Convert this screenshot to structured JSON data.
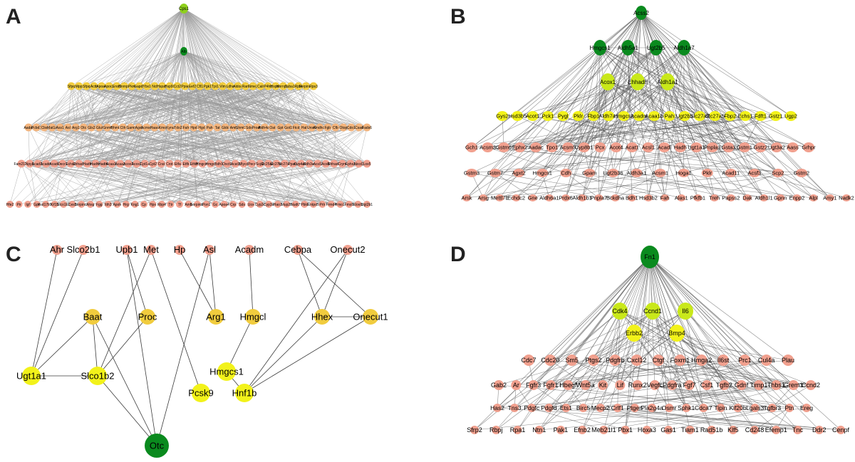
{
  "colors": {
    "dark_green": "#0a8a1e",
    "green": "#8fd11c",
    "yellow_green": "#c9e81a",
    "yellow": "#f2f21a",
    "gold": "#f1cc3e",
    "orange": "#f3b47c",
    "salmon": "#f1a08e",
    "edge": "#555555",
    "edge_light": "#9a9a9a"
  },
  "panels": {
    "A": {
      "letter": "A",
      "top": "Cps1",
      "second": "Alb",
      "tier1": [
        "Sfpq",
        "Mpp",
        "Sfpq",
        "Actb",
        "Apoa1",
        "Apoc3",
        "Eno1",
        "Hnrnpu",
        "Pkm",
        "Gapdh",
        "Ybx1",
        "Ncl",
        "Hspa5",
        "Hsp90",
        "Cct2",
        "Ppia",
        "Eef2",
        "Cfl1",
        "Pgk1",
        "Tpi1",
        "Vim",
        "Ldha",
        "Aldoa",
        "Ran",
        "Nme2",
        "Calr",
        "P4hb",
        "Hspa8",
        "Hnrnpa1",
        "Tuba1b",
        "Rpl4",
        "Serpina1",
        "Rps3"
      ],
      "tier2": [
        "Aadat",
        "Pcbd1",
        "Cbs",
        "Mat1a",
        "Ass1",
        "Asl",
        "Arg1",
        "Otc",
        "Gls2",
        "Glul",
        "Gnmt",
        "Bhmt",
        "Cth",
        "Gamt",
        "Agxt",
        "Acmsd",
        "Haao",
        "Kmo",
        "Kynu",
        "Tdo2",
        "Fah",
        "Hpd",
        "Hgd",
        "Pah",
        "Tat",
        "Gldc",
        "Amt",
        "Shmt1",
        "Sds",
        "Prodh",
        "Aldh4a1",
        "Oat",
        "Gpt",
        "Got1",
        "Ftcd",
        "Hal",
        "Uroc1",
        "Amdhd1",
        "Fgb",
        "Cfb",
        "Otop",
        "Cdo1",
        "Csad",
        "Fads6"
      ],
      "tier3": [
        "Fam213a",
        "Npy1",
        "Acad11",
        "Acadm",
        "Acads",
        "Decr1",
        "Echs1",
        "Ehhadh",
        "Hadh",
        "Hadha",
        "Hadhb",
        "Acaa1a",
        "Acaa2",
        "Acox1",
        "Acox2",
        "Cpt1a",
        "Cpt2",
        "Crat",
        "Crot",
        "Etfa",
        "Etfb",
        "Etfdh",
        "Hmgcs2",
        "Hmgcl",
        "Bdh1",
        "Oxct1",
        "Acat1",
        "Mlycd",
        "Pecr",
        "Scp2",
        "Slc25a20",
        "Slc27a2",
        "Slc27a5",
        "Ppara",
        "Cyp4a14",
        "Aldh3a2",
        "Acsl1",
        "Acsl5",
        "Ehhadh",
        "Crym",
        "Ephx2",
        "Abcd3",
        "Lox5"
      ],
      "tier4": [
        "Hfe2",
        "Pir",
        "Igf",
        "Gpr",
        "Hsd17b13",
        "Kif15",
        "Slco1b2",
        "Ces1",
        "Serpinc1",
        "Ahsg",
        "Fgg",
        "Itih3",
        "Apoh",
        "Hrg",
        "Kng1",
        "Cp",
        "Hpx",
        "Rbp4",
        "Ttr",
        "Tf",
        "Amb",
        "Serpina3",
        "Pon1",
        "Gc",
        "Apoa4",
        "Crp",
        "Sds",
        "Uox",
        "Cyp2c",
        "Cyp3a",
        "Hao1",
        "Mup20",
        "Nudt7",
        "Pbld",
        "Entpd5",
        "Prlr",
        "Frmd4",
        "Fmo1",
        "Fmo5",
        "Elovl3",
        "Ugt2b1"
      ]
    },
    "B": {
      "letter": "B",
      "top": "Acss2",
      "tier1": [
        "Hmgcs1",
        "Aldh5a1",
        "Ugt2b5",
        "Aldh1a7"
      ],
      "tier2": [
        "Acox1",
        "Ehhadh",
        "Aldh1a1"
      ],
      "tier3": [
        "Gys2",
        "Hsd3b5",
        "Acot1",
        "Pck1",
        "Pygl",
        "Pklr",
        "Fbp1",
        "Aldh7a1",
        "Hmgcs2",
        "Acadm",
        "Acaa1b",
        "Pah",
        "Ugt2b5",
        "Slc27a2",
        "Slc27a5",
        "Fbp2",
        "Echs1",
        "Fdft1",
        "Gstz1",
        "Ugp2"
      ],
      "tier4": [
        "Gch1",
        "Acsm3",
        "Gstm6",
        "Ephx2",
        "Aadac",
        "Tpo1",
        "Acsm5",
        "Cyp8b1",
        "Pcx",
        "Acot4",
        "Acat1",
        "Acsl1",
        "Acadl",
        "Hadh",
        "Ugt1a1",
        "Pnpla3",
        "Gsta3",
        "Gstm1",
        "Gstz2",
        "Ugt3a2",
        "Aass",
        "Grhpr"
      ],
      "tier5": [
        "Gstm3",
        "Gstm7",
        "Agxt2",
        "Hmgcs1",
        "Cdh",
        "Gpam",
        "Ugt2b36",
        "Aldh3a1",
        "Acsm1",
        "Hoga1",
        "Pklr",
        "Acad11",
        "Acsf3",
        "Scp2",
        "Gstm2"
      ],
      "tier6": [
        "Arsk",
        "Arsg",
        "Mettl7b",
        "Echdc2",
        "Gne",
        "Aldh6a1",
        "Prdx6",
        "Aldh1b1",
        "Pnpla7",
        "Bckdha",
        "Bdh1",
        "Hsd3b2",
        "Fah",
        "Alas1",
        "Pfkfb1",
        "Treh",
        "Papss2",
        "Dak",
        "Aldh1l1",
        "Gpnn",
        "Enpp2",
        "Alpl",
        "Amy1",
        "Nadk2"
      ]
    },
    "C": {
      "letter": "C",
      "top_row": [
        "Ahr",
        "Slco2b1",
        "Upb1",
        "Met",
        "Hp",
        "Asl",
        "Acadm",
        "Cebpa",
        "Onecut2"
      ],
      "mid_row": [
        "Baat",
        "Proc",
        "Arg1",
        "Hmgcl",
        "Hhex",
        "Onecut1"
      ],
      "low_row": [
        "Ugt1a1",
        "Slco1b2",
        "Hmgcs1",
        "Pcsk9",
        "Hnf1b"
      ],
      "bottom": "Otc"
    },
    "D": {
      "letter": "D",
      "top": "Fn1",
      "tier1": [
        "Cdk4",
        "Ccnd1",
        "Il6"
      ],
      "tier2": [
        "Erbb2",
        "Bmp4"
      ],
      "tier3": [
        "Cdc7",
        "Cdc20",
        "Sm5",
        "Ptgs2",
        "Pdgfrb",
        "Cxcl12",
        "Ctgf",
        "Foxm1",
        "Hmga2",
        "Il6st",
        "Prc1",
        "Cul4a",
        "Plau"
      ],
      "tier4": [
        "Gab2",
        "Ar",
        "Fgfr3",
        "Fgfr1",
        "Hbegf",
        "Wnt5a",
        "Kit",
        "Lif",
        "Runx2",
        "Vegfc",
        "Pdgfra",
        "Fgf7",
        "Csf1",
        "Tgfb2",
        "Gdnf",
        "Timp1",
        "Thbs1",
        "Grem1",
        "Ccnd2"
      ],
      "tier5": [
        "Has2",
        "Tns3",
        "Pdgfc",
        "Pdgfd",
        "Ets1",
        "Birc5",
        "Mecp2",
        "Crlf1",
        "Ptgen",
        "Pla2g4a",
        "Osmr",
        "Sphk1",
        "Cdca7",
        "Tipin",
        "Kif20b",
        "Lgals3",
        "Tgfbr3",
        "Ptn",
        "Ereg"
      ],
      "tier6": [
        "Sfrp2",
        "Rbpj",
        "Rpa1",
        "Ntn1",
        "Pak1",
        "Efnb2",
        "Meb21l1",
        "Pbx1",
        "Hoxa3",
        "Gas1",
        "Tiam1",
        "Rad51b",
        "Klf5",
        "Cd248",
        "Efemp1",
        "Tnc",
        "Ddr2",
        "Cenpf"
      ]
    }
  }
}
